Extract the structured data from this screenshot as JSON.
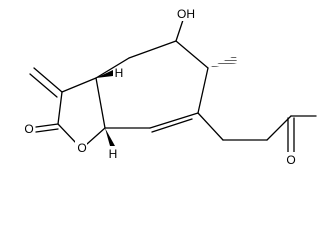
{
  "molecule": {
    "atom_labels": {
      "hydroxyl": "OH",
      "ring_oxygen": "O",
      "lactone_carbonyl_oxygen": "O",
      "ketone_oxygen": "O",
      "h_upper": "H",
      "h_lower": "H"
    },
    "colors": {
      "bond": "#000000",
      "background": "#ffffff"
    }
  }
}
